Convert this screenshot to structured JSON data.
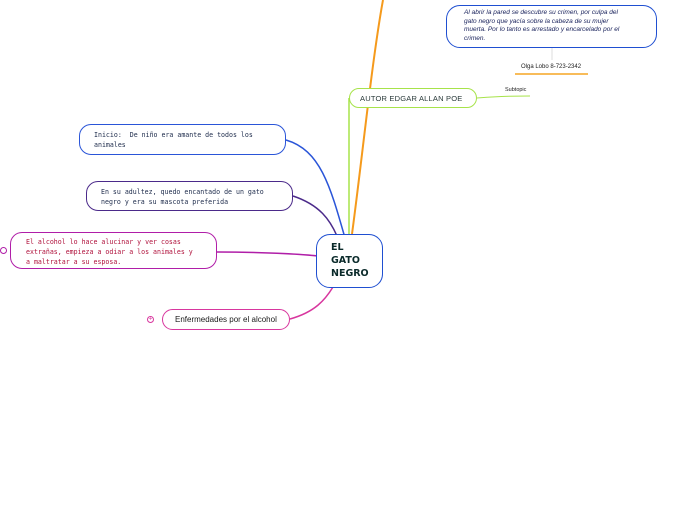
{
  "central": {
    "lines": [
      "EL",
      "GATO",
      "NEGRO"
    ]
  },
  "topics": {
    "inicio": {
      "lines": [
        "Inicio:  De niño era amante de todos los",
        "animales"
      ]
    },
    "adultez": {
      "lines": [
        "En su adultez, quedo encantado de un gato",
        "negro y era su mascota preferida"
      ]
    },
    "alcohol": {
      "lines": [
        "El alcohol lo hace alucinar y ver cosas",
        "extrañas, empieza a odiar a los animales y",
        "a maltratar a su esposa."
      ]
    },
    "enfermedades": {
      "text": "Enfermedades por el alcohol",
      "collapse_symbol": "+"
    },
    "autor": {
      "text": "AUTOR EDGAR ALLAN POE"
    },
    "pared": {
      "lines": [
        "Al abrir la pared se descubre su crimen, por culpa del",
        "gato negro que yacía sobre la cabeza de su mujer",
        "muerta. Por lo tanto es arrestado y encarcelado por el",
        "crimen."
      ]
    },
    "olga": {
      "text": "Olga Lobo 8-723-2342"
    },
    "subtopic": {
      "text": "Subtopic"
    }
  },
  "colors": {
    "central_border": "#1f4fd1",
    "inicio_branch": "#2a55d8",
    "adultez_branch": "#4b2a8a",
    "alcohol_branch": "#b01ea8",
    "enfermedades_branch": "#d8369e",
    "autor_branch": "#a7e34a",
    "up_branch": "#f59a1c",
    "olga_underline": "#f5a623"
  }
}
